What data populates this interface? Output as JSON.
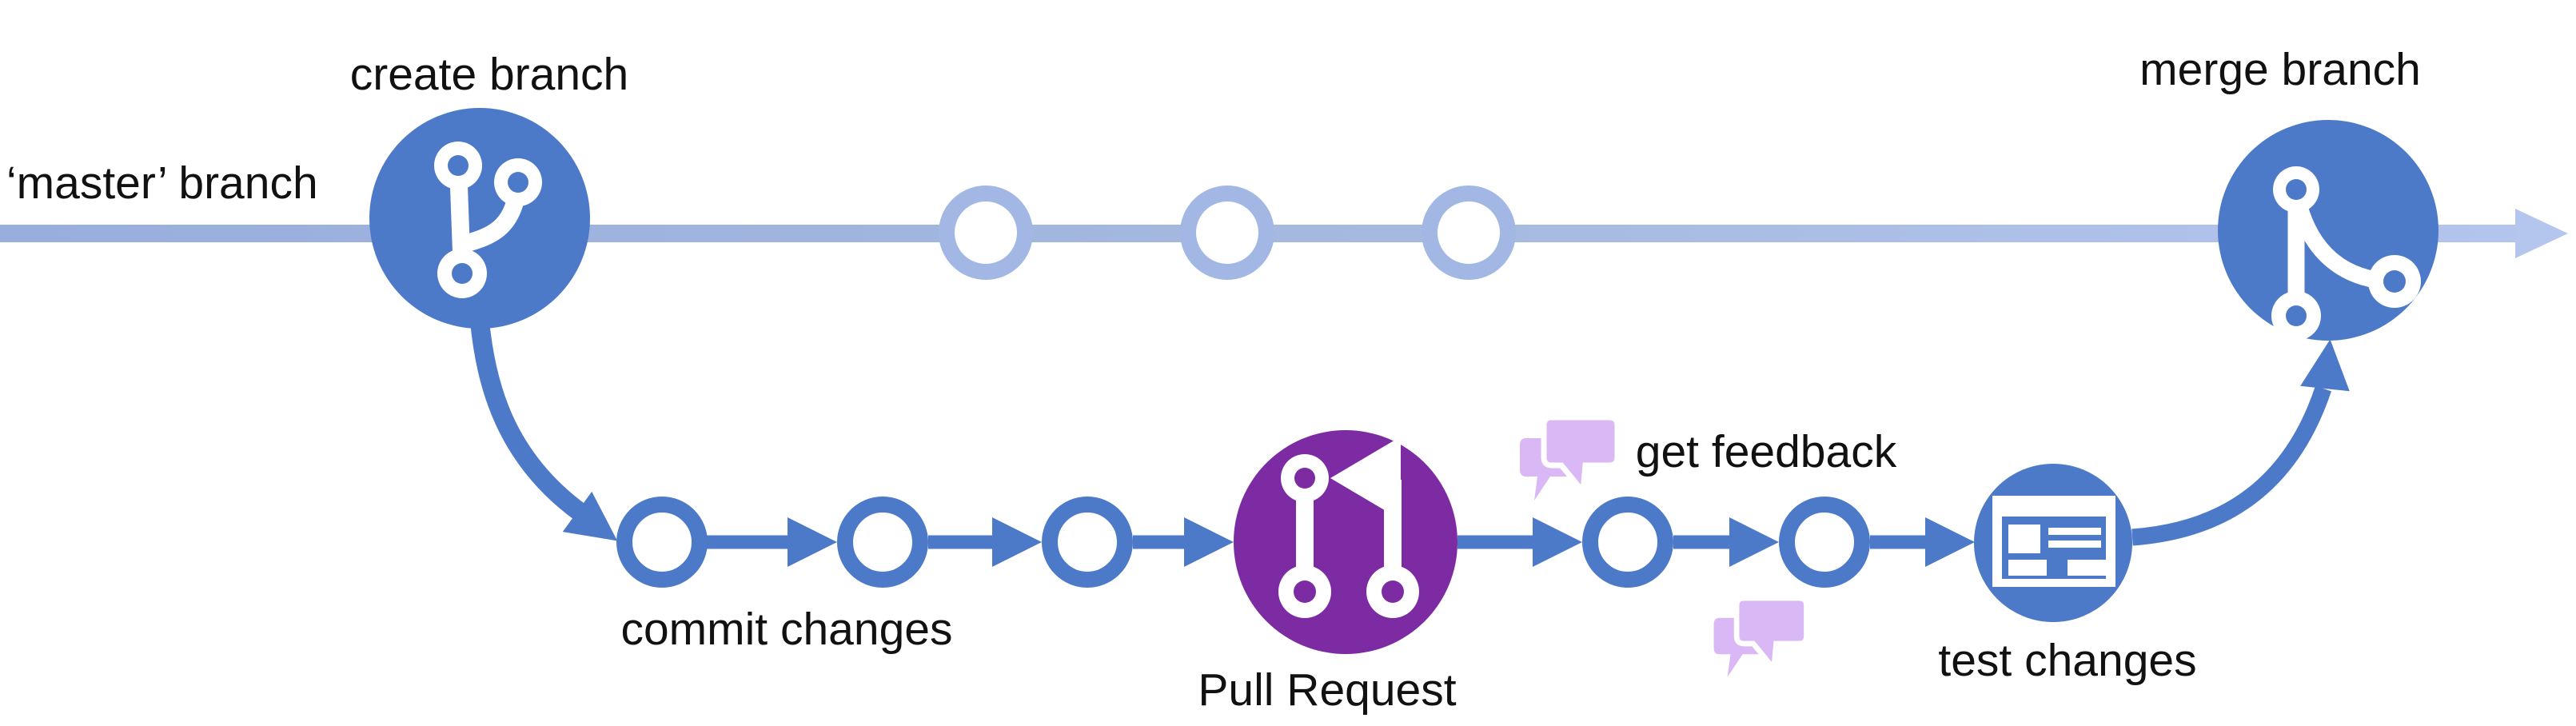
{
  "diagram": {
    "labels": {
      "master_branch": "‘master’ branch",
      "create_branch": "create branch",
      "commit_changes": "commit changes",
      "pull_request": "Pull Request",
      "get_feedback": "get feedback",
      "test_changes": "test changes",
      "merge_branch": "merge branch"
    },
    "colors": {
      "background": "#ffffff",
      "text": "#111111",
      "master_line": "#a3b7e4",
      "master_line_dark": "#98aedd",
      "master_line_light": "#b4c5ee",
      "node_blue": "#4d7ac8",
      "pull_request_purple": "#7c2ba3",
      "feedback_lavender": "#d9b8f5",
      "icon_white": "#ffffff"
    },
    "flow": {
      "master_commit_rings": 3,
      "feature_commit_rings_before_pull_request": 3,
      "feature_commit_rings_after_pull_request": 2,
      "feature_steps": [
        "create branch",
        "commit changes",
        "Pull Request",
        "get feedback",
        "test changes",
        "merge branch"
      ]
    }
  }
}
